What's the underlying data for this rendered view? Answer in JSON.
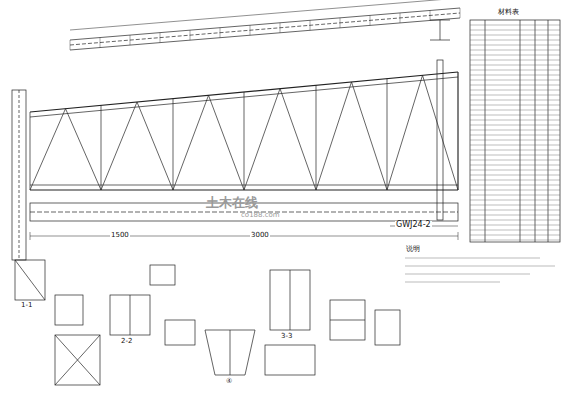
{
  "diagram": {
    "title": "GWJ24-2",
    "labels": [
      "土木在线",
      "co188.com",
      "材料表",
      "说明",
      "1-1",
      "2-2",
      "3-3",
      "④",
      "1500",
      "3000"
    ]
  }
}
